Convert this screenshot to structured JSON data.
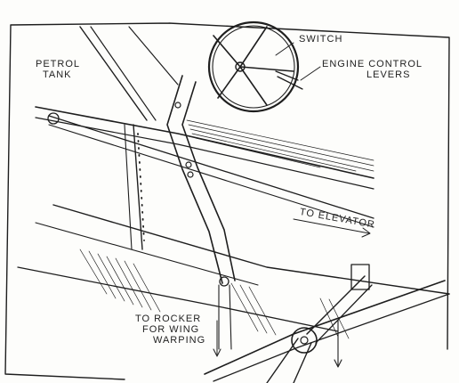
{
  "labels": {
    "petrol_tank_line1": "PETROL",
    "petrol_tank_line2": "TANK",
    "switch": "SWITCH",
    "engine_levers_line1": "ENGINE CONTROL",
    "engine_levers_line2": "LEVERS",
    "to_elevator": "TO ELEVATOR",
    "rocker_line1": "TO ROCKER",
    "rocker_line2": "FOR WING",
    "rocker_line3": "WARPING"
  }
}
